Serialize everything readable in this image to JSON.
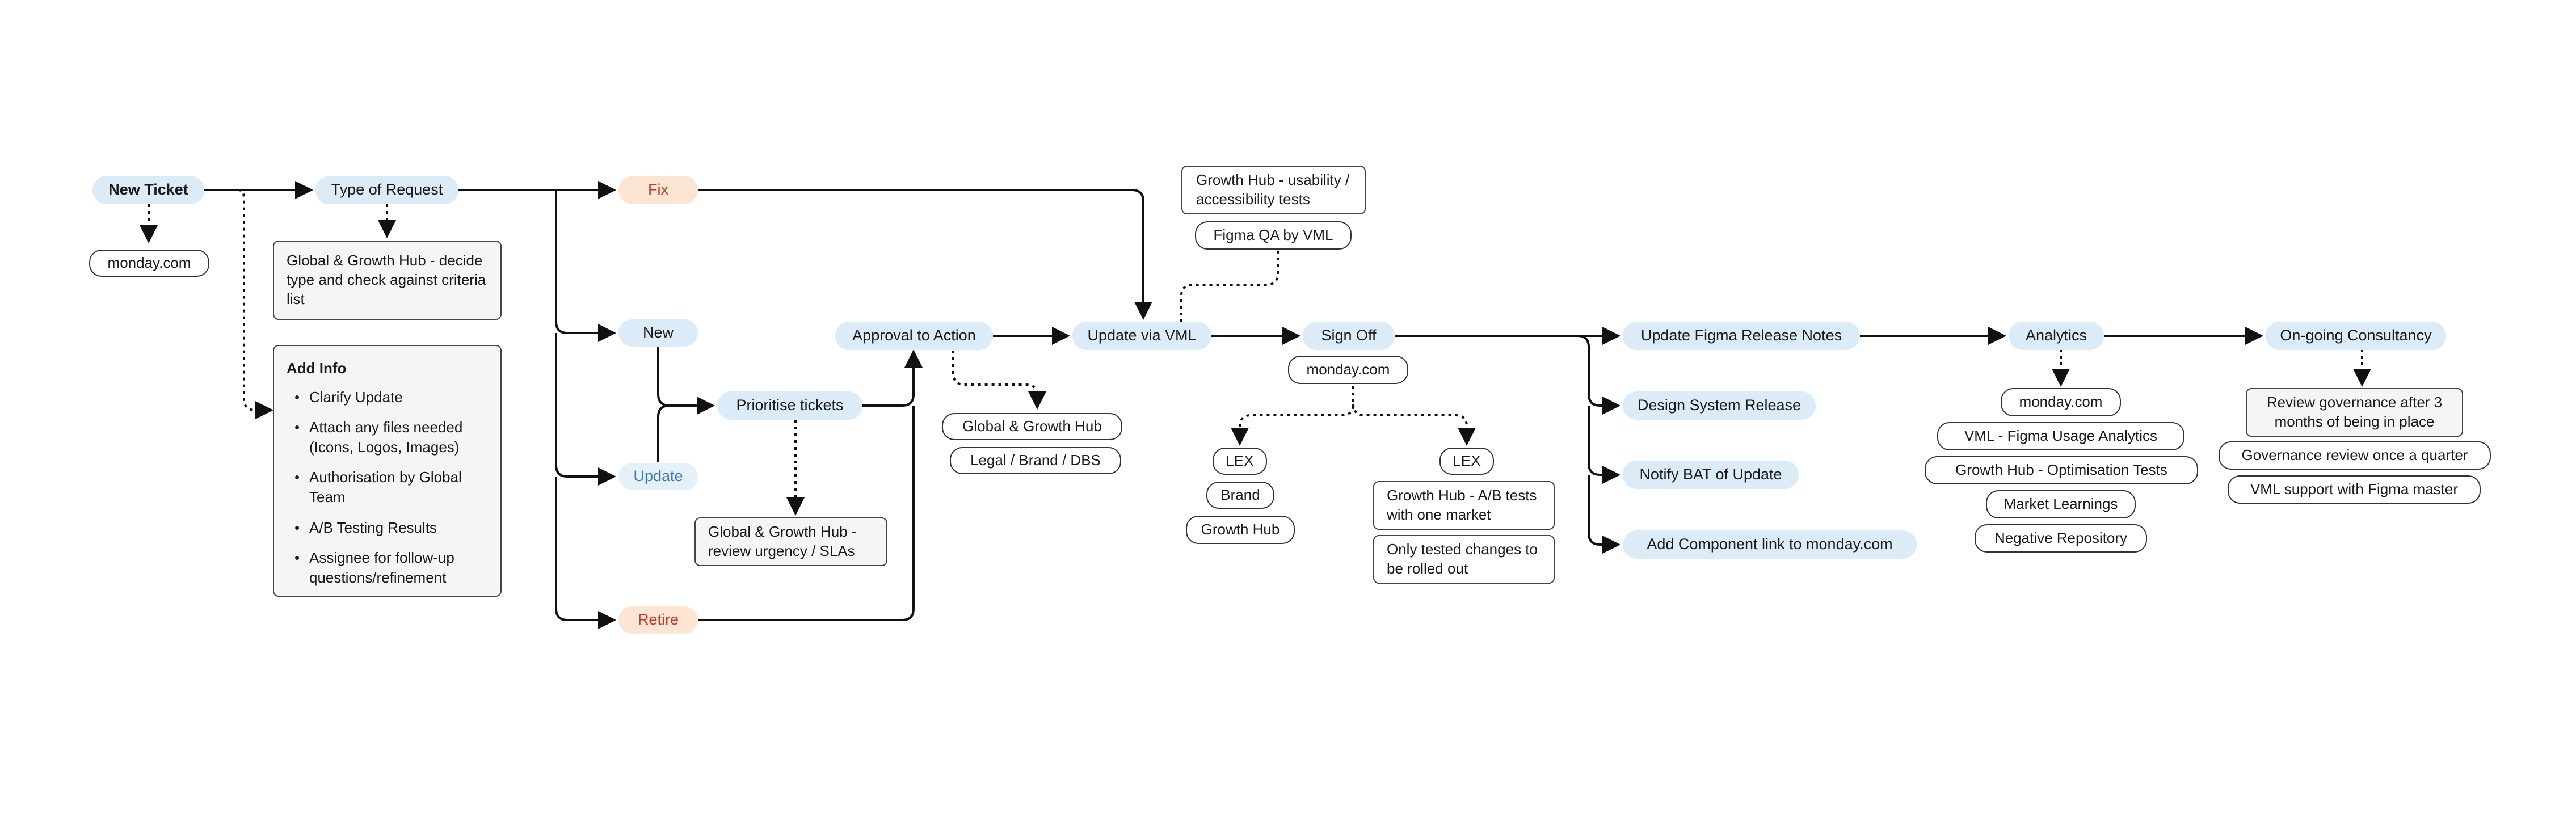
{
  "nodes": {
    "new_ticket": "New Ticket",
    "monday_1": "monday.com",
    "type_of_request": "Type of Request",
    "global_growth_decide": "Global & Growth Hub - decide type and check against criteria list",
    "fix": "Fix",
    "new": "New",
    "update": "Update",
    "retire": "Retire",
    "prioritise_tickets": "Prioritise tickets",
    "global_growth_review": "Global & Growth Hub - review urgency / SLAs",
    "approval_to_action": "Approval to Action",
    "global_growth_hub": "Global & Growth Hub",
    "legal_brand_dbs": "Legal / Brand / DBS",
    "update_via_vml": "Update via VML",
    "growth_hub_usability": "Growth Hub - usability / accessibility tests",
    "figma_qa_vml": "Figma QA by VML",
    "sign_off": "Sign Off",
    "monday_2": "monday.com",
    "lex_1": "LEX",
    "brand": "Brand",
    "growth_hub": "Growth Hub",
    "lex_2": "LEX",
    "growth_hub_ab": "Growth Hub - A/B tests with one market",
    "only_tested": "Only tested changes to be rolled out",
    "update_figma_notes": "Update Figma Release Notes",
    "design_system_release": "Design System Release",
    "notify_bat": "Notify BAT of Update",
    "add_component_link": "Add Component link to monday.com",
    "analytics": "Analytics",
    "monday_3": "monday.com",
    "vml_figma_usage": "VML - Figma Usage Analytics",
    "growth_hub_optimisation": "Growth Hub - Optimisation Tests",
    "market_learnings": "Market Learnings",
    "negative_repository": "Negative Repository",
    "ongoing_consultancy": "On-going Consultancy",
    "review_governance": "Review governance after 3 months of being in place",
    "governance_quarter": "Governance review once a quarter",
    "vml_support": "VML support with Figma master"
  },
  "add_info": {
    "title": "Add Info",
    "items": [
      "Clarify Update",
      "Attach any files needed (Icons, Logos, Images)",
      "Authorisation by Global Team",
      "A/B Testing Results",
      "Assignee for follow-up questions/refinement"
    ]
  },
  "colors": {
    "pill_blue": "#dcebf8",
    "pill_orange": "#fde5d3",
    "orange_text": "#c0392b",
    "update_text": "#3a74b8",
    "line": "#111111"
  }
}
